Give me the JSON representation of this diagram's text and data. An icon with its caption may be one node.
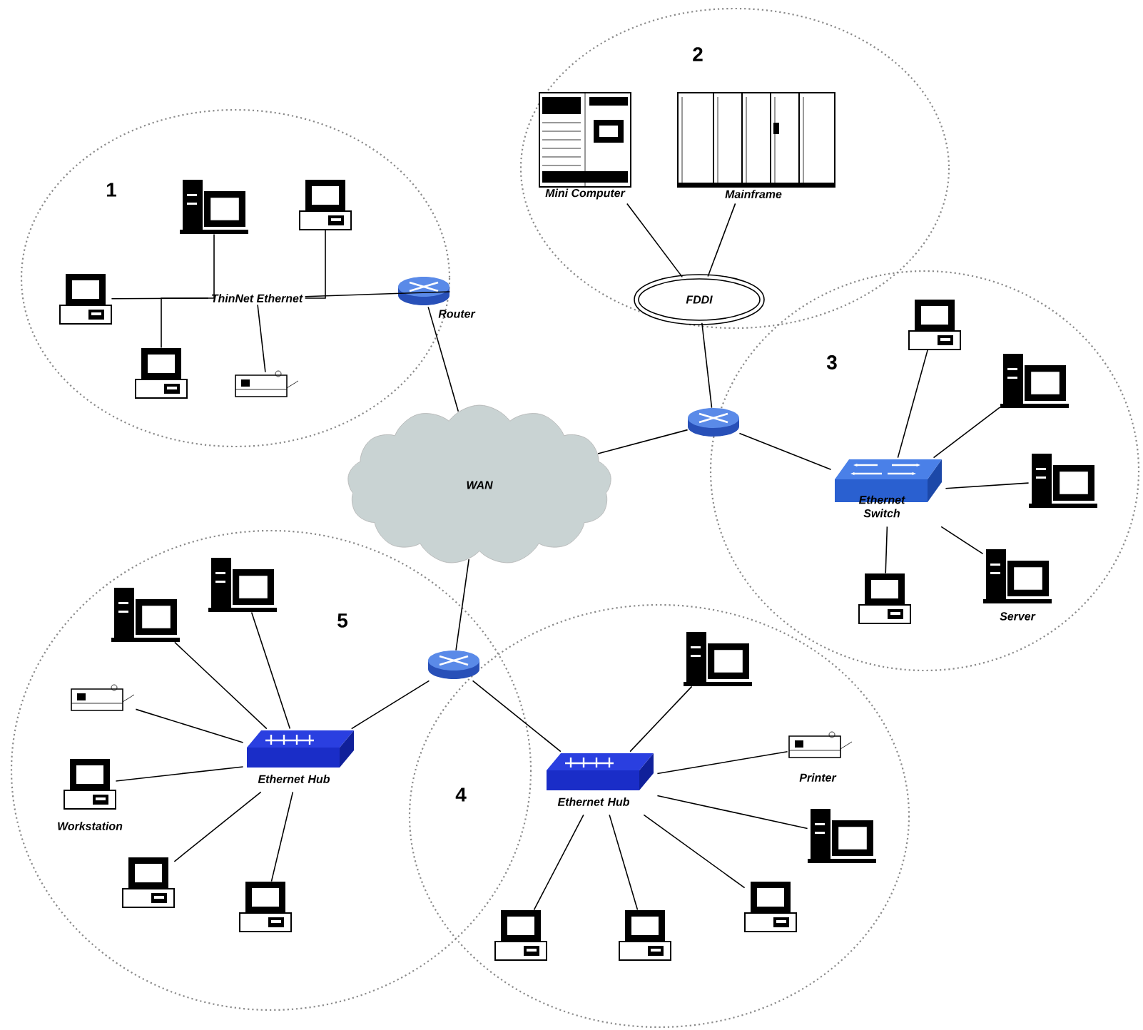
{
  "diagram": {
    "nodes": [
      {
        "text": [],
        "shape": "picture",
        "beside": [
          "Mini Computer"
        ]
      },
      {
        "text": [],
        "shape": "picture",
        "beside": [
          "Mainframe"
        ]
      },
      {
        "text": [
          "FDDI"
        ]
      },
      {
        "text": [],
        "shape": "picture",
        "beside": [
          "Router"
        ]
      },
      {
        "text": [
          "ThinNet Ethernet"
        ]
      },
      {
        "text": [],
        "shape": "picture"
      },
      {
        "text": [],
        "shape": "picture"
      },
      {
        "text": [],
        "shape": "picture"
      },
      {
        "text": [],
        "shape": "picture"
      },
      {
        "text": [],
        "shape": "picture"
      },
      {
        "text": [
          "WAN"
        ]
      },
      {
        "text": [],
        "shape": "picture"
      },
      {
        "text": [
          "Ethernet Switch"
        ]
      },
      {
        "text": [],
        "shape": "picture"
      },
      {
        "text": [],
        "shape": "picture"
      },
      {
        "text": [],
        "shape": "picture"
      },
      {
        "text": [],
        "shape": "picture",
        "beside": [
          "Server"
        ]
      },
      {
        "text": [],
        "shape": "picture"
      },
      {
        "text": [],
        "shape": "picture"
      },
      {
        "text": [
          "Ethernet Hub"
        ]
      },
      {
        "text": [],
        "shape": "picture"
      },
      {
        "text": [],
        "shape": "picture"
      },
      {
        "text": [],
        "shape": "picture"
      },
      {
        "text": [],
        "shape": "picture",
        "beside": [
          "Workstation"
        ]
      },
      {
        "text": [],
        "shape": "picture"
      },
      {
        "text": [],
        "shape": "picture"
      },
      {
        "text": [
          "Ethernet Hub"
        ]
      },
      {
        "text": [],
        "shape": "picture"
      },
      {
        "text": [],
        "shape": "picture",
        "beside": [
          "Printer"
        ]
      },
      {
        "text": [],
        "shape": "picture"
      },
      {
        "text": [],
        "shape": "picture"
      },
      {
        "text": [],
        "shape": "picture"
      },
      {
        "text": [],
        "shape": "picture"
      }
    ],
    "edges": [
      {
        "from": 0,
        "to": 2,
        "arrow": "none"
      },
      {
        "from": 1,
        "to": 2,
        "arrow": "none"
      },
      {
        "from": 2,
        "to": 11,
        "arrow": "none"
      },
      {
        "from": 5,
        "to": 4,
        "arrow": "none"
      },
      {
        "from": 6,
        "to": 4,
        "arrow": "none"
      },
      {
        "from": 7,
        "to": 4,
        "arrow": "none"
      },
      {
        "from": 8,
        "to": 4,
        "arrow": "none"
      },
      {
        "from": 9,
        "to": 4,
        "arrow": "none"
      },
      {
        "from": 4,
        "to": 3,
        "arrow": "none"
      },
      {
        "from": 3,
        "to": 10,
        "arrow": "none"
      },
      {
        "from": 10,
        "to": 11,
        "arrow": "none"
      },
      {
        "from": 11,
        "to": 12,
        "arrow": "none"
      },
      {
        "from": 12,
        "to": 13,
        "arrow": "none"
      },
      {
        "from": 12,
        "to": 14,
        "arrow": "none"
      },
      {
        "from": 12,
        "to": 15,
        "arrow": "none"
      },
      {
        "from": 12,
        "to": 16,
        "arrow": "none"
      },
      {
        "from": 12,
        "to": 17,
        "arrow": "none"
      },
      {
        "from": 10,
        "to": 18,
        "arrow": "none"
      },
      {
        "from": 18,
        "to": 19,
        "arrow": "none"
      },
      {
        "from": 18,
        "to": 26,
        "arrow": "none"
      },
      {
        "from": 19,
        "to": 20,
        "arrow": "none"
      },
      {
        "from": 19,
        "to": 21,
        "arrow": "none"
      },
      {
        "from": 19,
        "to": 22,
        "arrow": "none"
      },
      {
        "from": 19,
        "to": 23,
        "arrow": "none"
      },
      {
        "from": 19,
        "to": 24,
        "arrow": "none"
      },
      {
        "from": 19,
        "to": 25,
        "arrow": "none"
      },
      {
        "from": 26,
        "to": 27,
        "arrow": "none"
      },
      {
        "from": 26,
        "to": 28,
        "arrow": "none"
      },
      {
        "from": 26,
        "to": 29,
        "arrow": "none"
      },
      {
        "from": 26,
        "to": 30,
        "arrow": "none"
      },
      {
        "from": 26,
        "to": 31,
        "arrow": "none"
      },
      {
        "from": 26,
        "to": 32,
        "arrow": "none"
      }
    ],
    "labels": [
      "2",
      "1",
      "3",
      "5",
      "4"
    ]
  }
}
